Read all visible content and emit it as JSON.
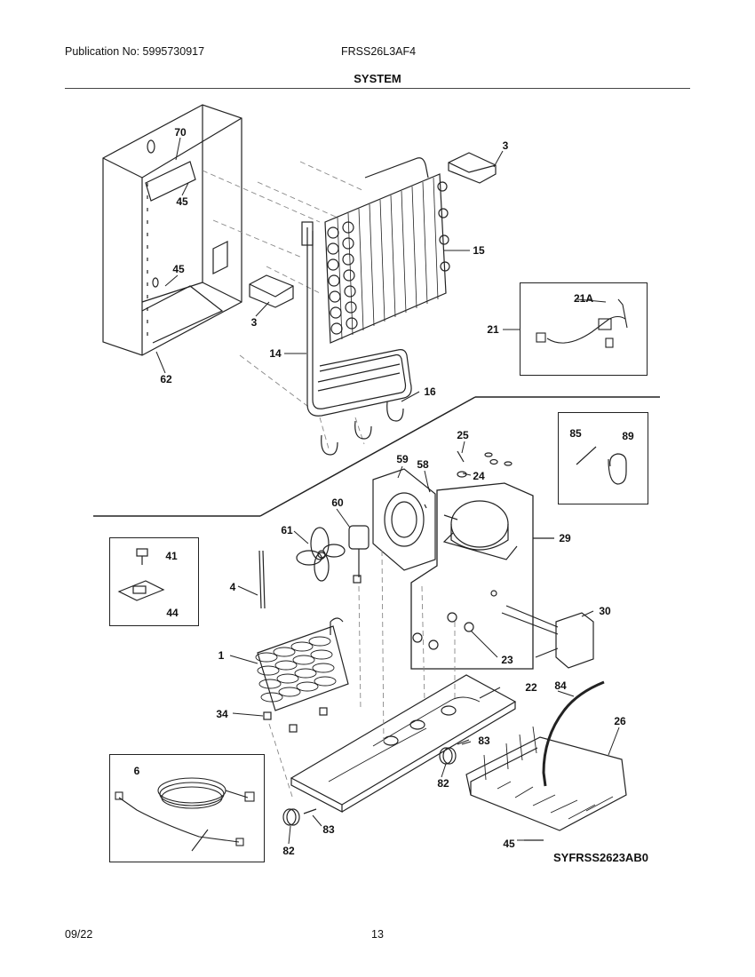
{
  "header": {
    "publication": "Publication No: 5995730917",
    "model": "FRSS26L3AF4",
    "section": "SYSTEM"
  },
  "footer": {
    "date": "09/22",
    "page": "13"
  },
  "diagram_code": "SYFRSS2623AB0",
  "labels": {
    "l70": "70",
    "l45a": "45",
    "l45b": "45",
    "l3a": "3",
    "l3b": "3",
    "l15": "15",
    "l14": "14",
    "l16": "16",
    "l62": "62",
    "l21A": "21A",
    "l21": "21",
    "l25": "25",
    "l24": "24",
    "l58": "58",
    "l59": "59",
    "l85": "85",
    "l89": "89",
    "l60": "60",
    "l61": "61",
    "l29": "29",
    "l41": "41",
    "l44": "44",
    "l4": "4",
    "l30": "30",
    "l23": "23",
    "l1": "1",
    "l22": "22",
    "l34": "34",
    "l84": "84",
    "l26": "26",
    "l83a": "83",
    "l82a": "82",
    "l6": "6",
    "l83b": "83",
    "l82b": "82",
    "l45c": "45"
  }
}
